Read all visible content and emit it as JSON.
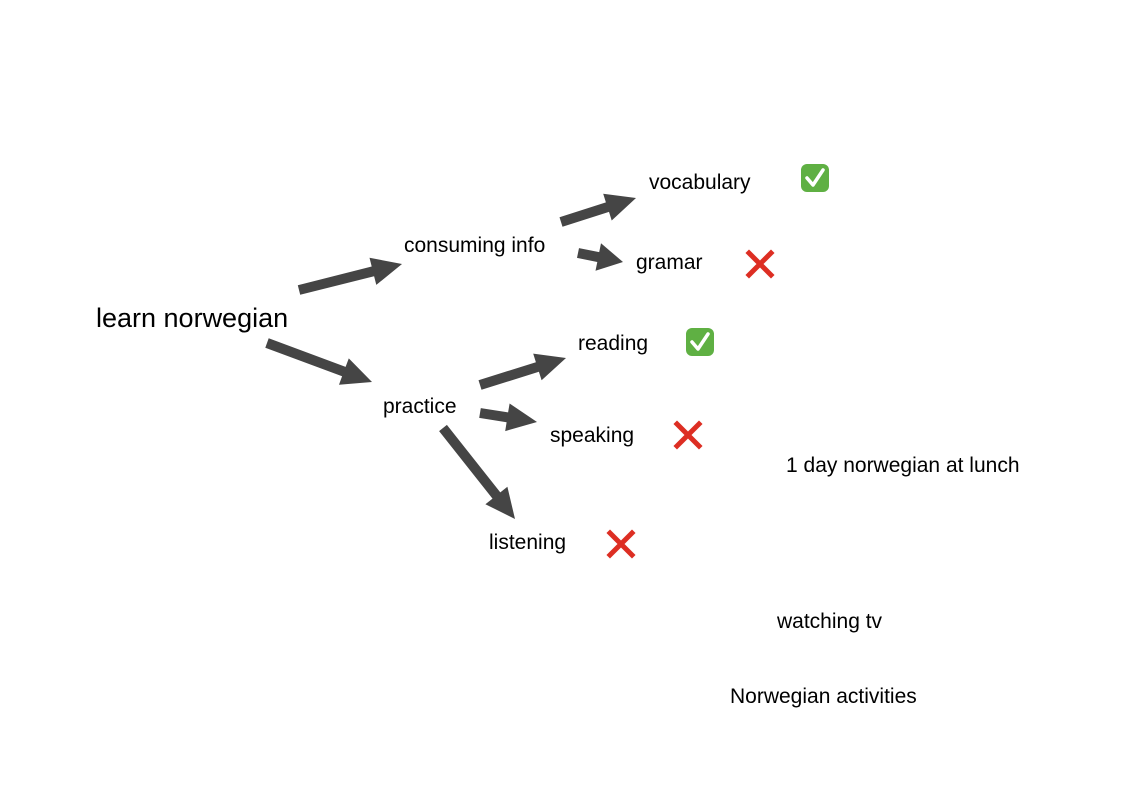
{
  "diagram": {
    "root": {
      "id": "learn",
      "label": "learn norwegian"
    },
    "nodes": [
      {
        "id": "consuming",
        "label": "consuming info",
        "parent": "learn"
      },
      {
        "id": "practice",
        "label": "practice",
        "parent": "learn"
      },
      {
        "id": "vocabulary",
        "label": "vocabulary",
        "parent": "consuming",
        "status": "done"
      },
      {
        "id": "gramar",
        "label": "gramar",
        "parent": "consuming",
        "status": "not-done"
      },
      {
        "id": "reading",
        "label": "reading",
        "parent": "practice",
        "status": "done"
      },
      {
        "id": "speaking",
        "label": "speaking",
        "parent": "practice",
        "status": "not-done"
      },
      {
        "id": "listening",
        "label": "listening",
        "parent": "practice",
        "status": "not-done"
      }
    ],
    "free_notes": [
      {
        "id": "lunch",
        "label": "1 day norwegian at lunch"
      },
      {
        "id": "tv",
        "label": "watching tv"
      },
      {
        "id": "activities",
        "label": "Norwegian activities"
      }
    ],
    "edges": [
      {
        "from": "learn",
        "to": "consuming"
      },
      {
        "from": "learn",
        "to": "practice"
      },
      {
        "from": "consuming",
        "to": "vocabulary"
      },
      {
        "from": "consuming",
        "to": "gramar"
      },
      {
        "from": "practice",
        "to": "reading"
      },
      {
        "from": "practice",
        "to": "speaking"
      },
      {
        "from": "practice",
        "to": "listening"
      }
    ],
    "status_icons": {
      "done": "check-mark-icon",
      "not-done": "cross-mark-icon"
    },
    "colors": {
      "arrow": "#454545",
      "check_bg": "#5fb043",
      "check_mark": "#ffffff",
      "cross": "#dd2e23",
      "text": "#000000"
    }
  }
}
